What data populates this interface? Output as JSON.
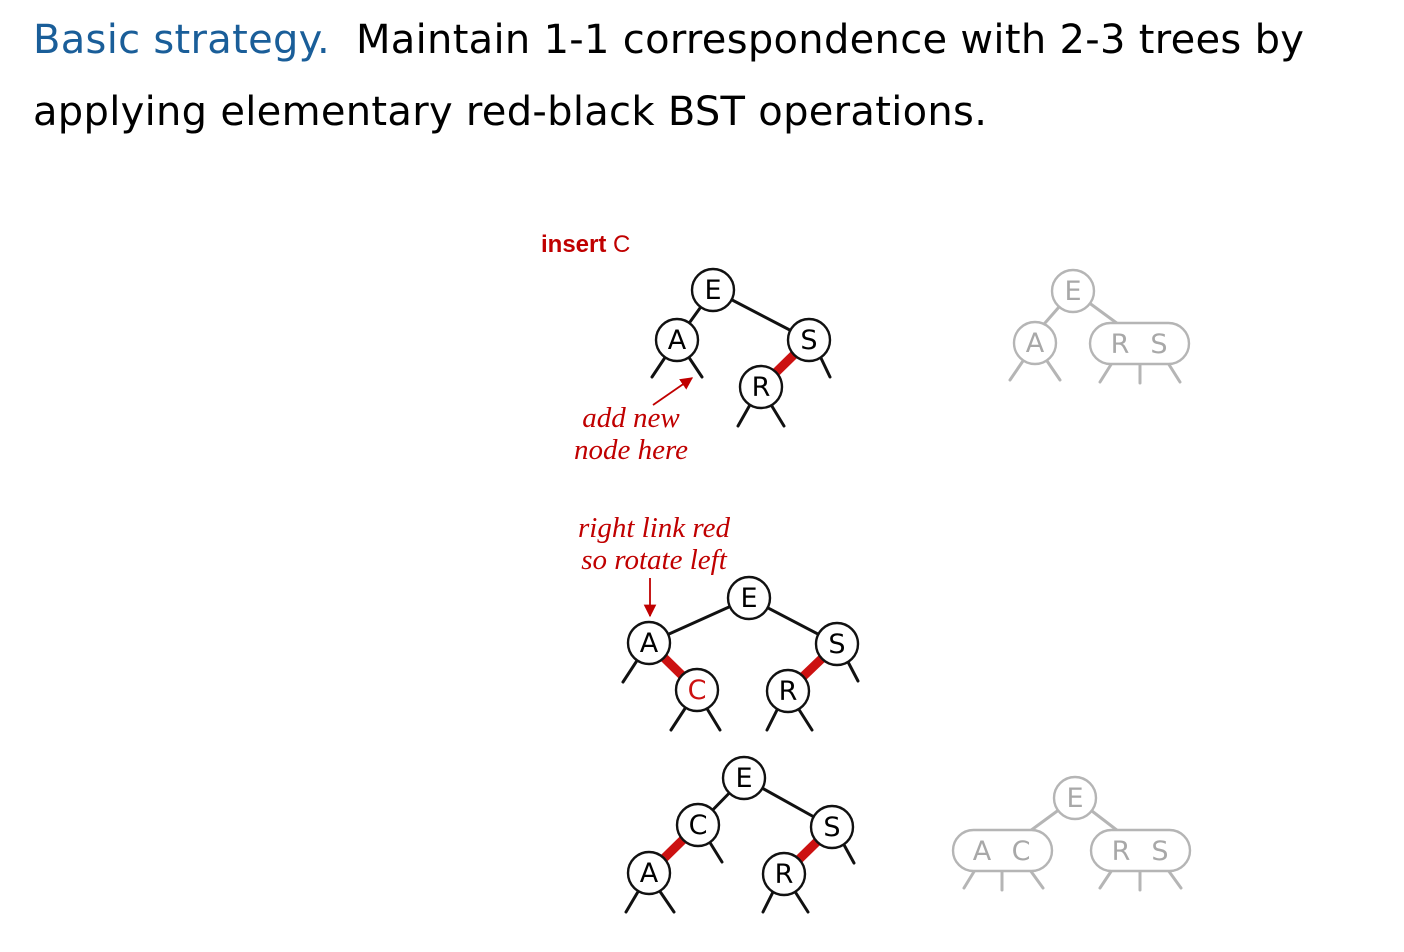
{
  "heading": {
    "lead": "Basic strategy.",
    "text": "Maintain 1-1 correspondence with 2-3 trees by applying elementary red-black BST operations."
  },
  "colors": {
    "lead": "#1a5e99",
    "red_link": "#cc1111",
    "note": "#c00000",
    "black_link": "#111111",
    "ghost": "#b5b5b5"
  },
  "labels": {
    "insert_word": "insert",
    "insert_key": "C"
  },
  "notes": {
    "add_node_line1": "add new",
    "add_node_line2": "node here",
    "rotate_line1": "right link red",
    "rotate_line2": "so rotate left"
  },
  "steps": [
    {
      "name": "before-insert",
      "rb_nodes": [
        "E",
        "A",
        "S",
        "R"
      ],
      "red_links": [
        [
          "S",
          "R"
        ]
      ],
      "two_three_nodes": [
        [
          "E"
        ],
        [
          "A"
        ],
        [
          "R",
          "S"
        ]
      ]
    },
    {
      "name": "after-insert",
      "rb_nodes": [
        "E",
        "A",
        "C",
        "S",
        "R"
      ],
      "new_key": "C",
      "red_links": [
        [
          "A",
          "C"
        ],
        [
          "S",
          "R"
        ]
      ]
    },
    {
      "name": "after-rotate-left",
      "rb_nodes": [
        "E",
        "C",
        "A",
        "S",
        "R"
      ],
      "red_links": [
        [
          "C",
          "A"
        ],
        [
          "S",
          "R"
        ]
      ],
      "two_three_nodes": [
        [
          "E"
        ],
        [
          "A",
          "C"
        ],
        [
          "R",
          "S"
        ]
      ]
    }
  ]
}
